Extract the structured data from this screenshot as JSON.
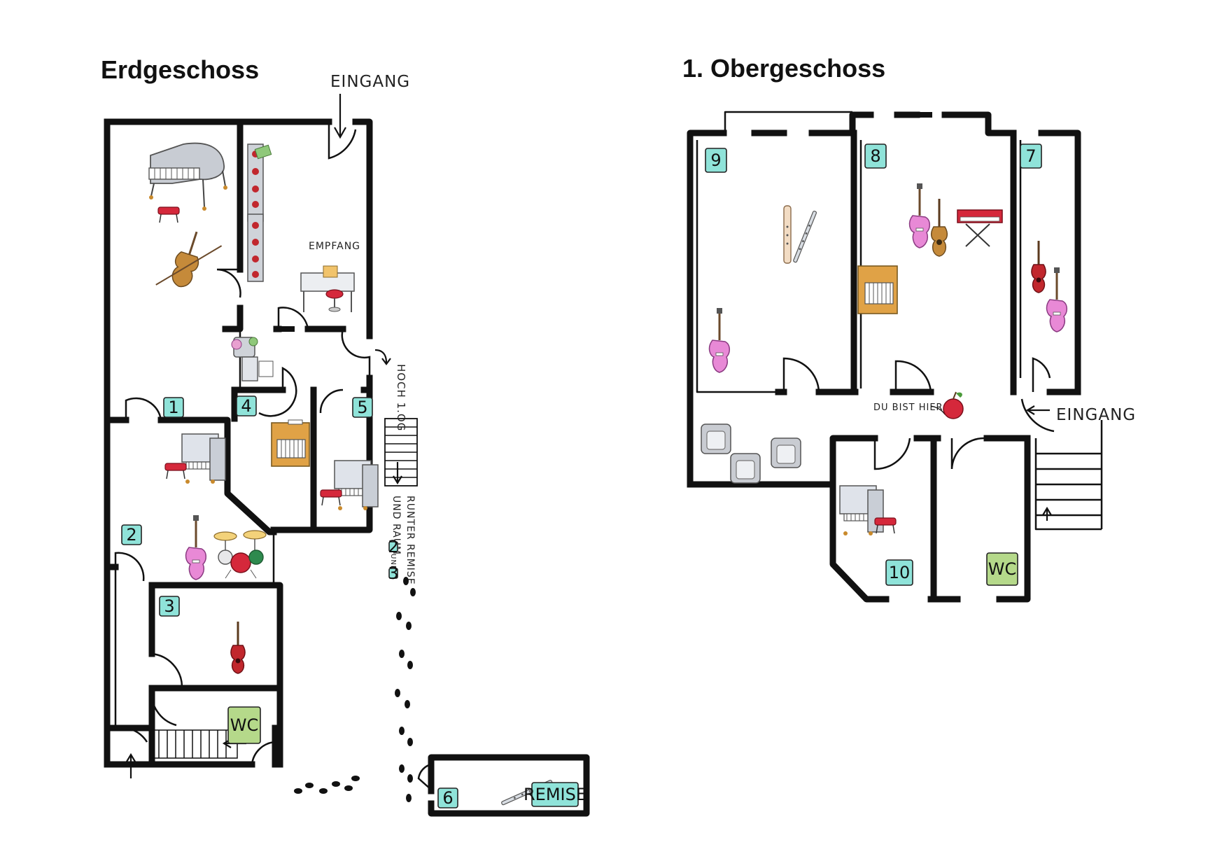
{
  "floors": {
    "ground": {
      "title": "Erdgeschoss",
      "entrance": "EINGANG",
      "reception": "EMPFANG"
    },
    "upper": {
      "title": "1. Obergeschoss",
      "entrance": "EINGANG",
      "you_are_here": "DU BIST HIER"
    }
  },
  "stairs": {
    "up": "HOCH 1.OG",
    "down_1": "RUNTER REMISE",
    "down_2": "UND RAUM",
    "down_2_a": "2",
    "down_2_join": "UND",
    "down_2_b": "3"
  },
  "rooms": {
    "r1": "1",
    "r2": "2",
    "r3": "3",
    "r4": "4",
    "r5": "5",
    "r6": "6",
    "r7": "7",
    "r8": "8",
    "r9": "9",
    "r10": "10",
    "wc_ground": "WC",
    "wc_upper": "WC",
    "remise": "REMISE"
  },
  "colors": {
    "room_tag": "#8fe3d9",
    "wc_tag": "#b5d98a",
    "wall": "#111111"
  },
  "icons": [
    "grand-piano-icon",
    "piano-bench-icon",
    "violin-icon",
    "bookshelf-icon",
    "reception-desk-icon",
    "red-stool-icon",
    "upright-piano-icon",
    "electric-guitar-icon",
    "drum-kit-icon",
    "ukulele-icon",
    "flute-icon",
    "recorder-icon",
    "keyboard-icon",
    "acoustic-guitar-icon",
    "armchair-icon",
    "apple-icon",
    "footprints-icon",
    "arrow-icon"
  ]
}
